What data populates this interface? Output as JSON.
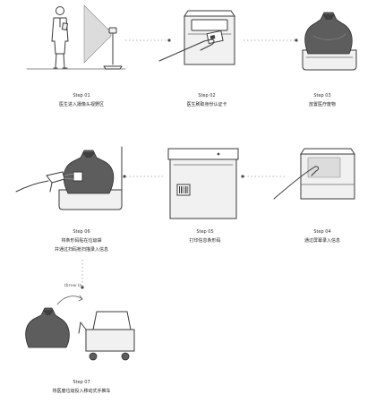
{
  "steps": [
    {
      "title": "Step 01",
      "lines": [
        "医生进入摄像头视野区"
      ]
    },
    {
      "title": "Step 02",
      "lines": [
        "医生刷取身份认证卡"
      ]
    },
    {
      "title": "Step 03",
      "lines": [
        "放置医疗废物"
      ]
    },
    {
      "title": "Step 04",
      "lines": [
        "通过屏幕录入信息"
      ]
    },
    {
      "title": "Step 05",
      "lines": [
        "打印信息条形码"
      ]
    },
    {
      "title": "Step 06",
      "lines": [
        "将条形码贴在垃圾袋",
        "并通过扫码枪扫描录入信息"
      ]
    },
    {
      "title": "Step 07",
      "lines": [
        "将医废垃圾投入移动式手推车"
      ]
    }
  ],
  "annotations": {
    "throw_in": "throw in"
  }
}
